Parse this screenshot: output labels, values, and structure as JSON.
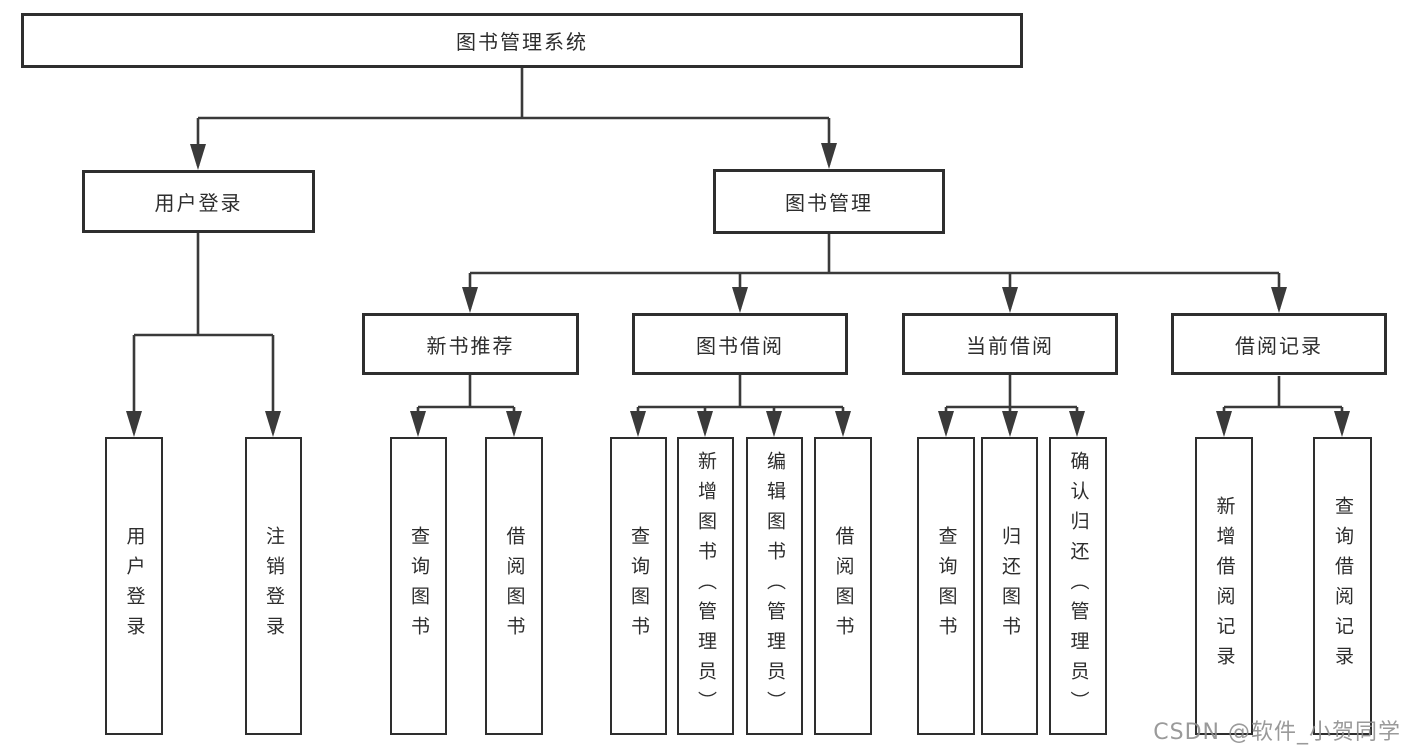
{
  "diagram": {
    "watermark": "CSDN @软件_小贺同学",
    "tree": {
      "label": "图书管理系统",
      "children": [
        {
          "label": "用户登录",
          "children": [
            {
              "label": "用户登录"
            },
            {
              "label": "注销登录"
            }
          ]
        },
        {
          "label": "图书管理",
          "children": [
            {
              "label": "新书推荐",
              "children": [
                {
                  "label": "查询图书"
                },
                {
                  "label": "借阅图书"
                }
              ]
            },
            {
              "label": "图书借阅",
              "children": [
                {
                  "label": "查询图书"
                },
                {
                  "label": "新增图书（管理员）"
                },
                {
                  "label": "编辑图书（管理员）"
                },
                {
                  "label": "借阅图书"
                }
              ]
            },
            {
              "label": "当前借阅",
              "children": [
                {
                  "label": "查询图书"
                },
                {
                  "label": "归还图书"
                },
                {
                  "label": "确认归还（管理员）"
                }
              ]
            },
            {
              "label": "借阅记录",
              "children": [
                {
                  "label": "新增借阅记录"
                },
                {
                  "label": "查询借阅记录"
                }
              ]
            }
          ]
        }
      ]
    }
  }
}
